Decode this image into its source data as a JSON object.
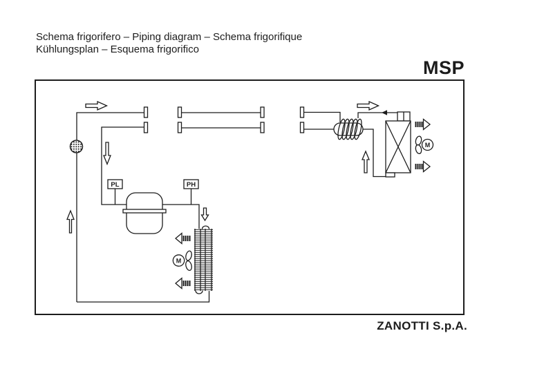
{
  "header": {
    "title_line1": "Schema frigorifero – Piping diagram – Schema frigorifique",
    "title_line2": "Kühlungsplan – Esquema frigorifico",
    "model": "MSP"
  },
  "footer": {
    "brand": "ZANOTTI S.p.A."
  },
  "diagram": {
    "labels": {
      "low_pressure_switch": "PL",
      "high_pressure_switch": "PH",
      "evaporator_fan_motor": "M",
      "condenser_fan_motor": "M"
    },
    "colors": {
      "line": "#1c1c1c",
      "background": "#ffffff"
    },
    "symbols": [
      "filter-drier-icon",
      "compressor-icon",
      "evaporator-finned-coil-icon",
      "condenser-crossed-coil-icon",
      "heat-exchanger-shell-coil-icon",
      "fan-motor-icon",
      "pipe-flange-icon",
      "flow-arrow-icon",
      "airflow-arrow-icon"
    ]
  }
}
